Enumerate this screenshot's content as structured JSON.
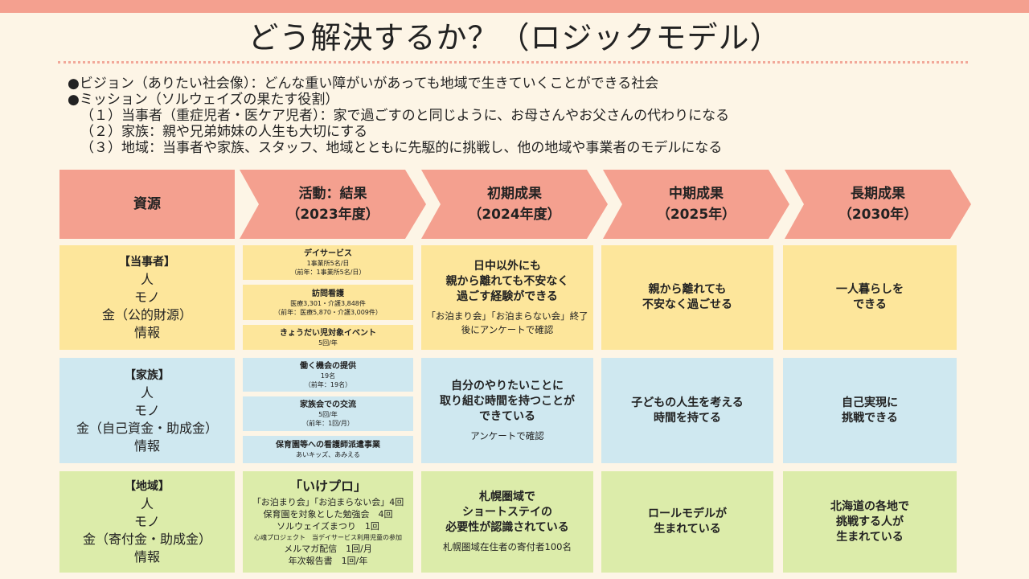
{
  "title": "どう解決するか？（ロジックモデル）",
  "intro": {
    "vision": "●ビジョン（ありたい社会像）：どんな重い障がいがあっても地域で生きていくことができる社会",
    "mission": "●ミッション（ソルウェイズの果たす役割）",
    "m1": "（１）当事者（重症児者・医ケア児者）：家で過ごすのと同じように、お母さんやお父さんの代わりになる",
    "m2": "（２）家族：親や兄弟姉妹の人生も大切にする",
    "m3": "（３）地域：当事者や家族、スタッフ、地域とともに先駆的に挑戦し、他の地域や事業者のモデルになる"
  },
  "headers": [
    {
      "l1": "資源",
      "l2": ""
    },
    {
      "l1": "活動：結果",
      "l2": "（2023年度）"
    },
    {
      "l1": "初期成果",
      "l2": "（2024年度）"
    },
    {
      "l1": "中期成果",
      "l2": "（2025年）"
    },
    {
      "l1": "長期成果",
      "l2": "（2030年）"
    }
  ],
  "rows": {
    "toujisha": {
      "resource": {
        "head": "【当事者】",
        "l1": "人",
        "l2": "モノ",
        "l3": "金（公的財源）",
        "l4": "情報"
      },
      "activities": [
        {
          "t": "デイサービス",
          "s1": "1事業所5名/日",
          "s2": "（前年：1事業所5名/日）"
        },
        {
          "t": "訪問看護",
          "s1": "医療3,301・介護3,848件",
          "s2": "（前年：医療5,870・介護3,009件）"
        },
        {
          "t": "きょうだい児対象イベント",
          "s1": "5回/年",
          "s2": ""
        }
      ],
      "early": {
        "b1": "日中以外にも",
        "b2": "親から離れても不安なく",
        "b3": "過ごす経験ができる",
        "n1": "「お泊まり会」「お泊まらない会」終了",
        "n2": "後にアンケートで確認"
      },
      "mid": {
        "b1": "親から離れても",
        "b2": "不安なく過ごせる"
      },
      "long": {
        "b1": "一人暮らしを",
        "b2": "できる"
      }
    },
    "kazoku": {
      "resource": {
        "head": "【家族】",
        "l1": "人",
        "l2": "モノ",
        "l3": "金（自己資金・助成金）",
        "l4": "情報"
      },
      "activities": [
        {
          "t": "働く機会の提供",
          "s1": "19名",
          "s2": "（前年：19名）"
        },
        {
          "t": "家族会での交流",
          "s1": "5回/年",
          "s2": "（前年：1回/月）"
        },
        {
          "t": "保育園等への看護師派遣事業",
          "s1": "あいキッズ、あみえる",
          "s2": ""
        }
      ],
      "early": {
        "b1": "自分のやりたいことに",
        "b2": "取り組む時間を持つことが",
        "b3": "できている",
        "n1": "アンケートで確認",
        "n2": ""
      },
      "mid": {
        "b1": "子どもの人生を考える",
        "b2": "時間を持てる"
      },
      "long": {
        "b1": "自己実現に",
        "b2": "挑戦できる"
      }
    },
    "chiiki": {
      "resource": {
        "head": "【地域】",
        "l1": "人",
        "l2": "モノ",
        "l3": "金（寄付金・助成金）",
        "l4": "情報"
      },
      "activities": {
        "head": "「いけプロ」",
        "l1": "「お泊まり会」「お泊まらない会」4回",
        "l2": "保育園を対象とした勉強会　4回",
        "l3": "ソルウェイズまつり　1回",
        "l4": "心魂プロジェクト　当デイサービス利用児童の参加",
        "l5": "メルマガ配信　1回/月",
        "l6": "年次報告書　1回/年"
      },
      "early": {
        "b1": "札幌圏域で",
        "b2": "ショートステイの",
        "b3": "必要性が認識されている",
        "n1": "札幌圏域在住者の寄付者100名",
        "n2": ""
      },
      "mid": {
        "b1": "ロールモデルが",
        "b2": "生まれている"
      },
      "long": {
        "b1": "北海道の各地で",
        "b2": "挑戦する人が",
        "b3": "生まれている"
      }
    }
  },
  "colors": {
    "header": "#f4a08f",
    "row1": "#fde69b",
    "row2": "#cfe8f0",
    "row3": "#dcecaa",
    "background": "#fdf5e6"
  }
}
